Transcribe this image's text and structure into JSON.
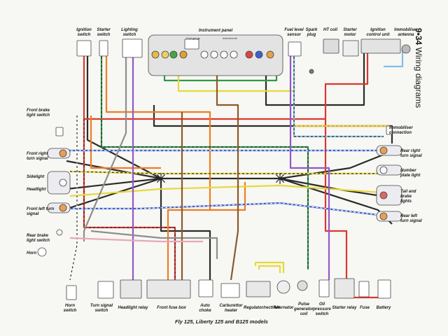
{
  "header": {
    "page_number": "9•34",
    "section_title": "Wiring diagrams"
  },
  "caption": "Fly 125, Liberty 125 and B125 models",
  "panel_labels": {
    "fuel_gauge": "Fuel gauge",
    "instruments": "Instruments"
  },
  "components": {
    "ignition_switch": "Ignition switch",
    "starter_switch": "Starter switch",
    "lighting_switch": "Lighting switch",
    "instrument_panel": "Instrument panel",
    "fuel_level_sensor": "Fuel level sensor",
    "spark_plug": "Spark plug",
    "ht_coil": "HT coil",
    "starter_motor": "Starter motor",
    "ignition_control_unit": "Ignition control unit",
    "immobiliser_antenna": "Immobiliser antenna",
    "front_brake_light_switch": "Front brake light switch",
    "immobiliser_connection": "Immobiliser connection",
    "front_right_turn_signal": "Front right turn signal",
    "sidelight": "Sidelight",
    "headlight": "Headlight",
    "front_left_turn_signal": "Front left turn signal",
    "rear_brake_light_switch": "Rear brake light switch",
    "horn": "Horn",
    "rear_right_turn_signal": "Rear right turn signal",
    "number_plate_light": "Number plate light",
    "tail_brake_lights": "Tail and brake lights",
    "rear_left_turn_signal": "Rear left turn signal",
    "horn_switch": "Horn switch",
    "turn_signal_switch": "Turn signal switch",
    "headlight_relay": "Headlight relay",
    "front_fuse_box": "Front fuse box",
    "auto_choke": "Auto choke",
    "carburettor_heater": "Carburettor heater",
    "regulator_rectifier": "Regulator/rectifier",
    "alternator": "Alternator",
    "pulse_generator_coil": "Pulse generator coil",
    "oil_pressure_switch": "Oil pressure switch",
    "starter_relay": "Starter relay",
    "fuse": "Fuse",
    "battery": "Battery"
  },
  "wire_colors": {
    "black": "#2b2b2b",
    "red": "#d9382d",
    "orange": "#ef7d22",
    "green": "#2f9a45",
    "blue": "#3f5fc4",
    "yellow": "#e6d93a",
    "purple": "#9158c7",
    "grey": "#8e8e8e",
    "brown": "#8a5a2b",
    "white": "#ffffff",
    "pink": "#e9a6b6",
    "lightblue": "#86bde3"
  }
}
